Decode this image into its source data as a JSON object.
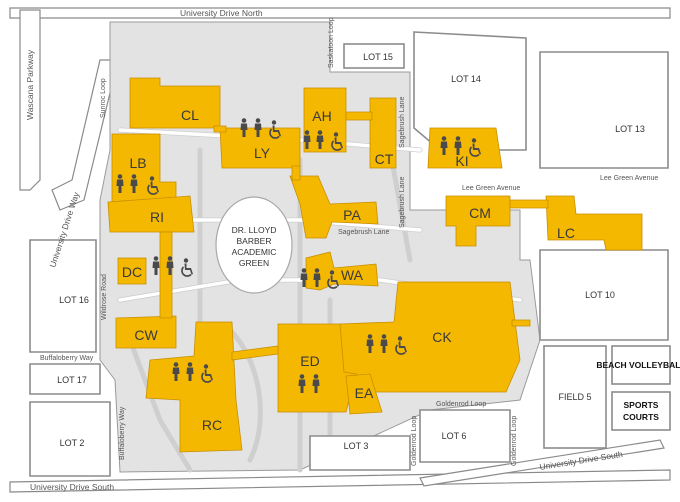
{
  "roads": {
    "university_drive_north": "University Drive North",
    "university_drive_south_bottom": "University Drive South",
    "university_drive_south_right": "University Drive South",
    "university_drive_way": "University Drive Way",
    "wascana_parkway": "Wascana Parkway",
    "sunroc_loop": "Sunroc Loop",
    "saskatoon_loop": "Saskatoon Loop",
    "sagebrush_lane": "Sagebrush Lane",
    "sagebrush_lane_2": "Sagebrush Lane",
    "sagebrush_lane_3": "Sagebrush Lane",
    "lee_green_avenue": "Lee Green Avenue",
    "lee_green_avenue_2": "Lee Green Avenue",
    "buffaloberry_way": "Buffaloberry Way",
    "buffaloberry_way_2": "Buffaloberry Way",
    "wildrose_road": "Wildrose Road",
    "goldenrod_loop": "Goldenrod Loop",
    "goldenrod_loop_2": "Goldenrod Loop",
    "goldenrod_loop_3": "Goldenrod Loop"
  },
  "lots": {
    "lot15": "LOT 15",
    "lot14": "LOT 14",
    "lot13": "LOT 13",
    "lot10": "LOT 10",
    "lot16": "LOT 16",
    "lot17": "LOT 17",
    "lot2": "LOT 2",
    "lot3": "LOT 3",
    "lot6": "LOT 6",
    "field5": "FIELD 5"
  },
  "boxes": {
    "beach_volleyball": "BEACH VOLLEYBALL",
    "sports_courts_1": "SPORTS",
    "sports_courts_2": "COURTS"
  },
  "green": {
    "line1": "DR. LLOYD",
    "line2": "BARBER",
    "line3": "ACADEMIC",
    "line4": "GREEN"
  },
  "buildings": {
    "CL": "CL",
    "LY": "LY",
    "AH": "AH",
    "CT": "CT",
    "KI": "KI",
    "LB": "LB",
    "RI": "RI",
    "PA": "PA",
    "CM": "CM",
    "LC": "LC",
    "DC": "DC",
    "WA": "WA",
    "CW": "CW",
    "CK": "CK",
    "ED": "ED",
    "EA": "EA",
    "RC": "RC"
  },
  "icons": {
    "restroom": "restroom-icon",
    "accessible": "wheelchair-accessible-icon"
  },
  "colors": {
    "building": "#f5b800",
    "campus_grounds": "#e3e3e3",
    "icon": "#4a4a4a"
  }
}
